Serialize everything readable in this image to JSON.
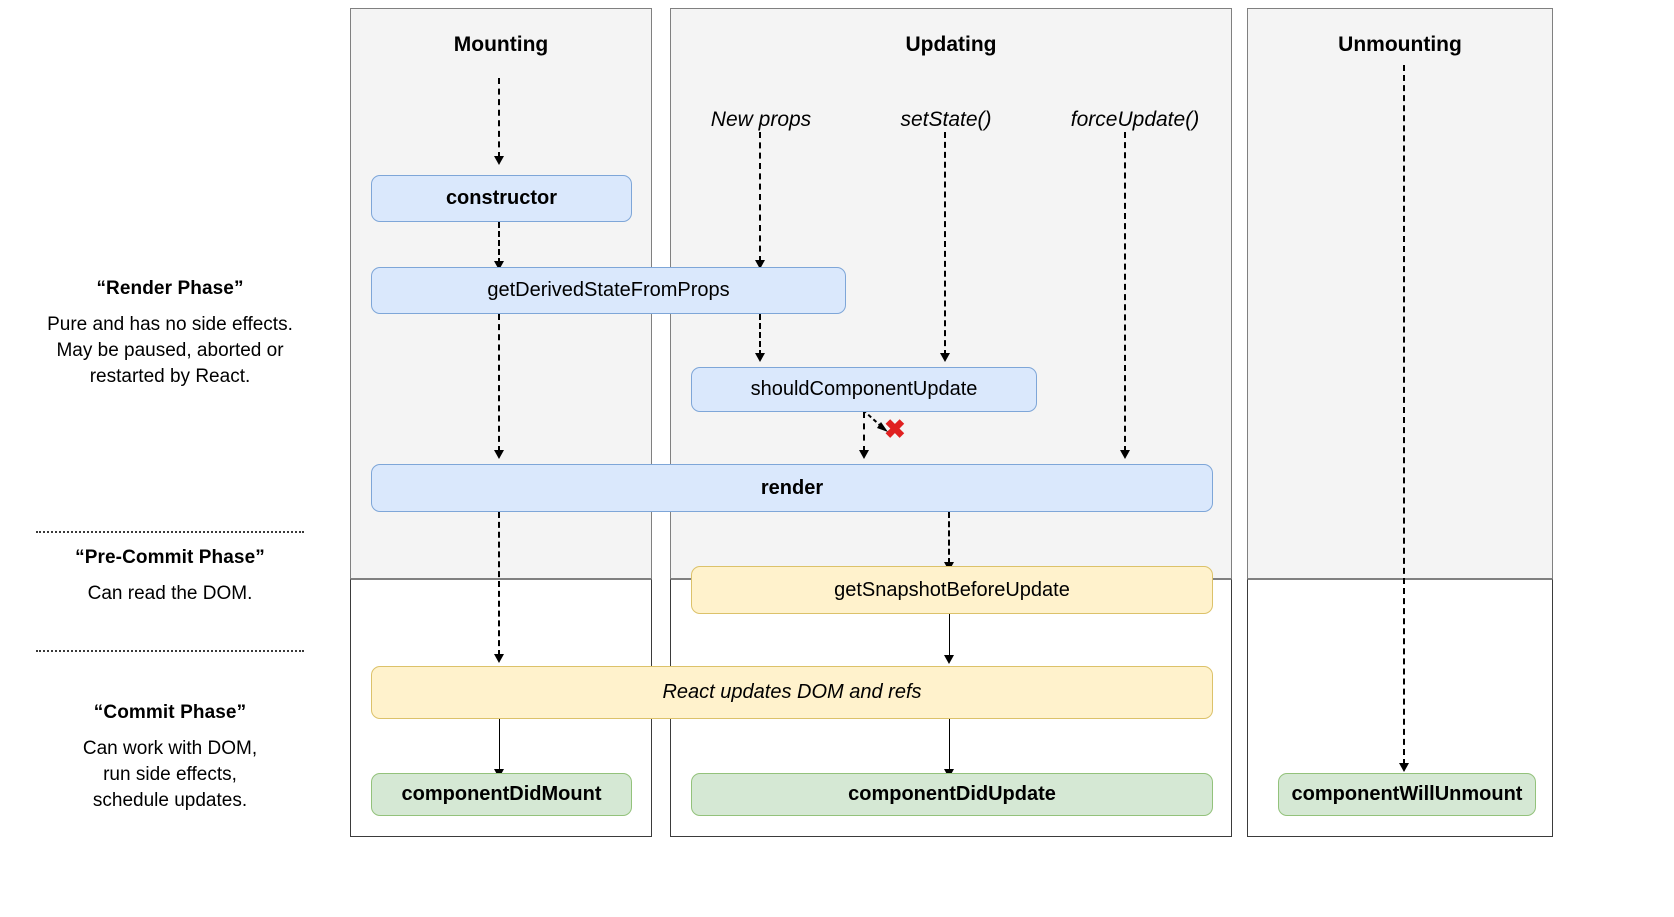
{
  "legend": [
    {
      "title": "“Render Phase”",
      "body": "Pure and has no side effects.\nMay be paused, aborted or\nrestarted by React."
    },
    {
      "title": "“Pre-Commit Phase”",
      "body": "Can read the DOM."
    },
    {
      "title": "“Commit Phase”",
      "body": "Can work with DOM,\nrun side effects,\nschedule updates."
    }
  ],
  "columns": {
    "mounting": "Mounting",
    "updating": "Updating",
    "unmounting": "Unmounting"
  },
  "triggers": {
    "new_props": "New props",
    "set_state": "setState()",
    "force_update": "forceUpdate()"
  },
  "nodes": {
    "constructor": "constructor",
    "get_derived_state_from_props": "getDerivedStateFromProps",
    "should_component_update": "shouldComponentUpdate",
    "render": "render",
    "get_snapshot_before_update": "getSnapshotBeforeUpdate",
    "react_updates_dom_and_refs": "React updates DOM and refs",
    "component_did_mount": "componentDidMount",
    "component_did_update": "componentDidUpdate",
    "component_will_unmount": "componentWillUnmount"
  },
  "markers": {
    "skip_render": "✖"
  },
  "colors": {
    "render_phase_bg": "#f4f4f4",
    "commit_phase_bg": "#ffffff",
    "blue_fill": "#dae8fc",
    "blue_stroke": "#7ea6d8",
    "yellow_fill": "#fff2cc",
    "yellow_stroke": "#dcc26a",
    "green_fill": "#d5e8d4",
    "green_stroke": "#93c27b",
    "abort_marker": "#e02020",
    "connector": "#000000"
  }
}
